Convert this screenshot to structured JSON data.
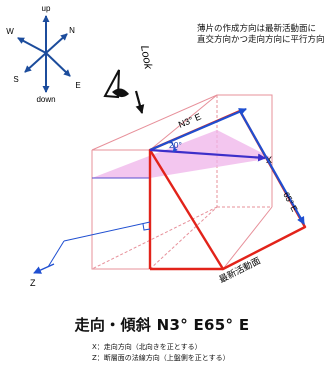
{
  "compass": {
    "up": "up",
    "down": "down",
    "n": "N",
    "s": "S",
    "e": "E",
    "w": "W"
  },
  "note": {
    "line1": "薄片の作成方向は最新活動面に",
    "line2": "直交方向かつ走向方向に平行方向"
  },
  "look_label": "Look",
  "labels": {
    "strike": "N3° E",
    "angle": "20°",
    "dip": "65° E",
    "x_axis": "X",
    "z_axis": "Z",
    "plane": "最新活動面"
  },
  "title": "走向・傾斜 N3° E65° E",
  "legend": {
    "x": "X：走向方向（北向きを正とする）",
    "z": "Z：断層面の法線方向（上盤側を正とする）"
  },
  "colors": {
    "plane": "#e2231a",
    "strike_arrow": "#1f4fd1",
    "x_arrow": "#3d2fc9",
    "fill": "#efb3e9",
    "box": "#e7909a",
    "compass": "#1c4c9c"
  }
}
